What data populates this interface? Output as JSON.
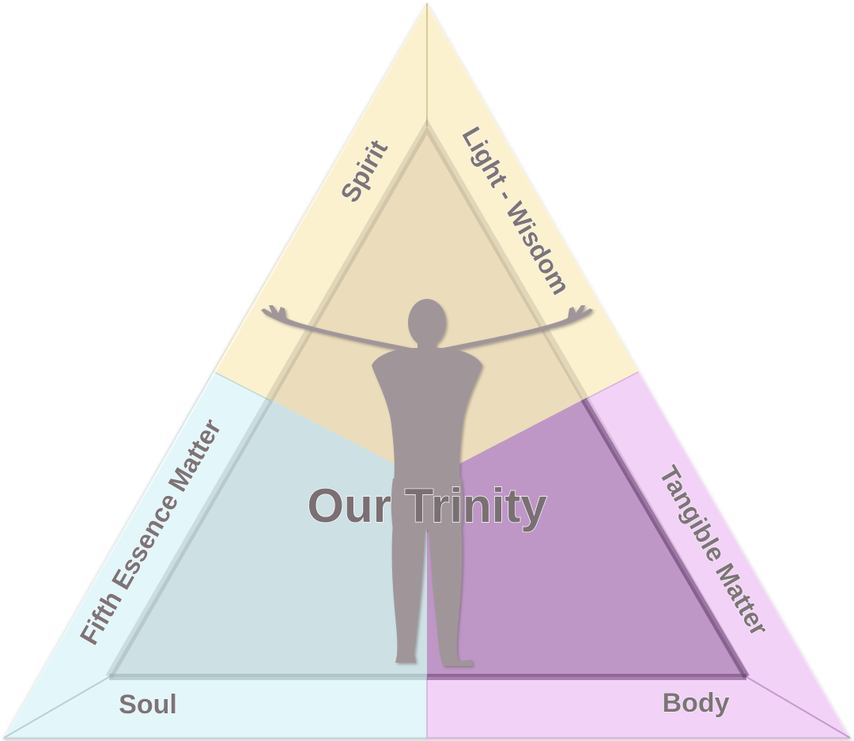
{
  "diagram": {
    "title": "Our Trinity",
    "labels": {
      "spirit": "Spirit",
      "light_wisdom": "Light - Wisdom",
      "fifth_essence": "Fifth Essence Matter",
      "tangible": "Tangible Matter",
      "soul": "Soul",
      "body": "Body"
    },
    "colors": {
      "spirit_outer": "#fbf1cf",
      "spirit_inner": "#ebdcbb",
      "soul_outer": "#e3f6fa",
      "soul_inner": "#cde0e4",
      "body_outer": "#f2d2f7",
      "body_inner": "#bf97c6",
      "figure": "#a0969a",
      "text": "#7d7478"
    },
    "icons": {
      "figure": "human-figure-icon"
    }
  }
}
